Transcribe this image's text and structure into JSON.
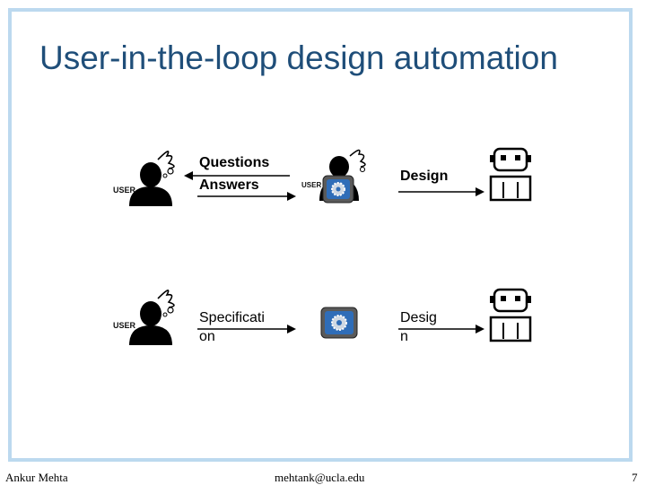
{
  "title": "User-in-the-loop design automation",
  "row1": {
    "user_label": "USER",
    "inner_user_label": "USER",
    "questions": "Questions",
    "answers": "Answers",
    "design": "Design"
  },
  "row2": {
    "user_label": "USER",
    "spec_line1": "Specificati",
    "spec_line2": "on",
    "design_line1": "Desig",
    "design_line2": "n"
  },
  "footer": {
    "author": "Ankur Mehta",
    "email": "mehtank@ucla.edu",
    "page": "7"
  },
  "colors": {
    "title": "#1f4e79",
    "frame": "#bcd9ef",
    "gear_blue": "#2f6db8"
  }
}
